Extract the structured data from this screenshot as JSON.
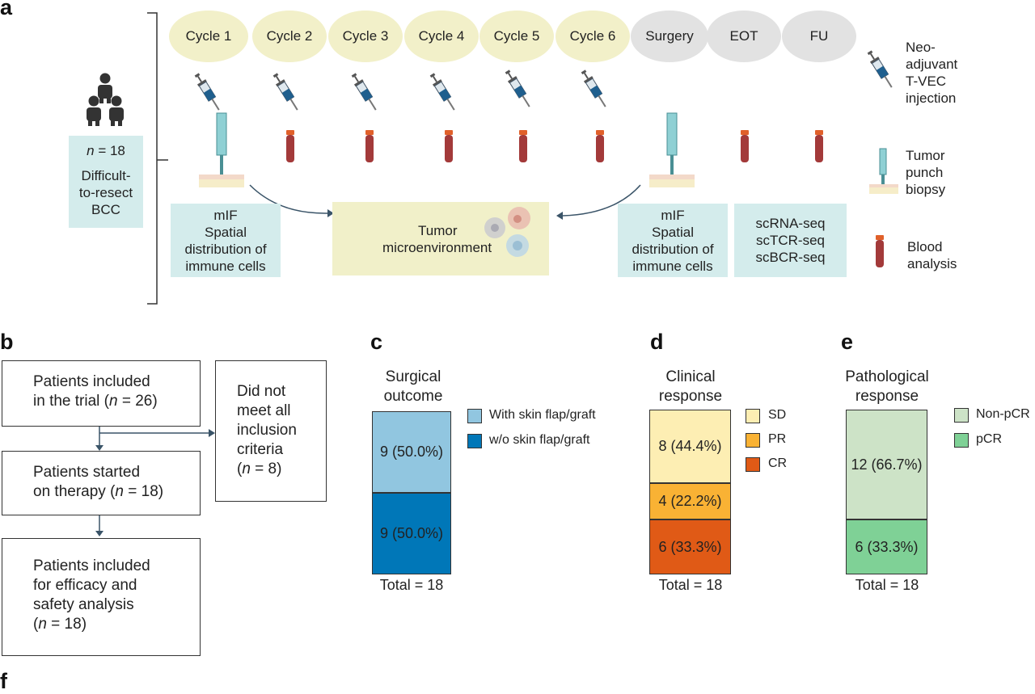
{
  "panels": {
    "a": "a",
    "b": "b",
    "c": "c",
    "d": "d",
    "e": "e",
    "f": "f"
  },
  "panel_a": {
    "cohort_n_italic": "n",
    "cohort_n_value": "= 18",
    "cohort_desc": [
      "Difficult-",
      "to-resect",
      "BCC"
    ],
    "timeline": [
      "Cycle 1",
      "Cycle 2",
      "Cycle 3",
      "Cycle 4",
      "Cycle 5",
      "Cycle 6",
      "Surgery",
      "EOT",
      "FU"
    ],
    "box_mif_left": [
      "mIF",
      "Spatial",
      "distribution of",
      "immune cells"
    ],
    "box_tme": [
      "Tumor",
      "microenvironment"
    ],
    "box_mif_right": [
      "mIF",
      "Spatial",
      "distribution of",
      "immune cells"
    ],
    "box_seq": [
      "scRNA-seq",
      "scTCR-seq",
      "scBCR-seq"
    ],
    "legend": {
      "injection": [
        "Neo-",
        "adjuvant",
        "T-VEC",
        "injection"
      ],
      "biopsy": [
        "Tumor",
        "punch",
        "biopsy"
      ],
      "blood": [
        "Blood",
        "analysis"
      ]
    },
    "colors": {
      "cycle": "#f2f0c9",
      "post": "#e2e2e2",
      "assay": "#d4ecec",
      "tme": "#f1f0c9",
      "tube": "#a33a3a",
      "cap": "#e0602a",
      "syringe": "#1f5f8e"
    },
    "icons": [
      "patients-icon",
      "syringe-icon",
      "biopsy-needle-icon",
      "blood-tube-icon",
      "cells-icon"
    ]
  },
  "panel_b": {
    "box1": [
      "Patients included",
      "in the trial ("
    ],
    "box1_n": "n",
    "box1_val": " = 26)",
    "box2": [
      "Patients started",
      "on therapy ("
    ],
    "box2_n": "n",
    "box2_val": " = 18)",
    "box3": [
      "Patients included",
      "for efficacy and",
      "safety analysis"
    ],
    "box3_n": "n",
    "box3_val": " = 18)",
    "box3_open": "(",
    "excluded": [
      "Did not",
      "meet all",
      "inclusion",
      "criteria"
    ],
    "excluded_n": "n",
    "excluded_val": " = 8)",
    "excluded_open": "("
  },
  "chart_data": [
    {
      "type": "bar",
      "title": "Surgical outcome",
      "title_lines": [
        "Surgical",
        "outcome"
      ],
      "stacked": true,
      "series": [
        {
          "name": "With skin flap/graft",
          "value": 9,
          "label": "9 (50.0%)",
          "color": "#91c6e0"
        },
        {
          "name": "w/o skin flap/graft",
          "value": 9,
          "label": "9 (50.0%)",
          "color": "#0077b8"
        }
      ],
      "total": "Total = 18"
    },
    {
      "type": "bar",
      "title": "Clinical response",
      "title_lines": [
        "Clinical",
        "response"
      ],
      "stacked": true,
      "series": [
        {
          "name": "SD",
          "value": 8,
          "label": "8 (44.4%)",
          "color": "#fdeeb3"
        },
        {
          "name": "PR",
          "value": 4,
          "label": "4 (22.2%)",
          "color": "#f9b234"
        },
        {
          "name": "CR",
          "value": 6,
          "label": "6 (33.3%)",
          "color": "#e05a16"
        }
      ],
      "total": "Total = 18"
    },
    {
      "type": "bar",
      "title": "Pathological response",
      "title_lines": [
        "Pathological",
        "response"
      ],
      "stacked": true,
      "series": [
        {
          "name": "Non-pCR",
          "value": 12,
          "label": "12 (66.7%)",
          "color": "#cde3c7"
        },
        {
          "name": "pCR",
          "value": 6,
          "label": "6 (33.3%)",
          "color": "#7fd196"
        }
      ],
      "total": "Total = 18"
    }
  ]
}
